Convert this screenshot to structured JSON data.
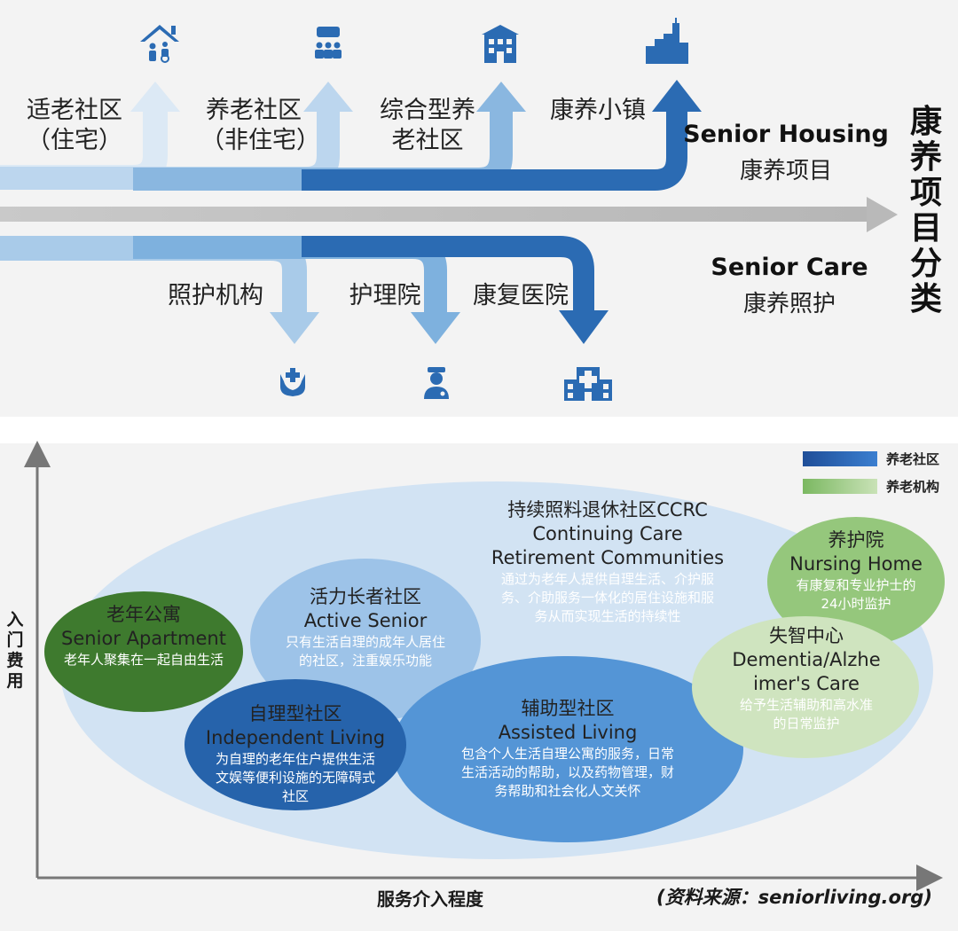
{
  "top_section": {
    "housing_items": [
      {
        "line1": "适老社区",
        "line2": "（住宅）",
        "icon": "home-care-icon"
      },
      {
        "line1": "养老社区",
        "line2": "（非住宅）",
        "icon": "community-group-icon"
      },
      {
        "line1": "综合型养",
        "line2": "老社区",
        "icon": "apartment-building-icon"
      },
      {
        "line1": "康养小镇",
        "line2": "",
        "icon": "town-skyline-icon"
      }
    ],
    "care_items": [
      {
        "label": "照护机构",
        "icon": "caring-hands-icon"
      },
      {
        "label": "护理院",
        "icon": "nurse-doctor-icon"
      },
      {
        "label": "康复医院",
        "icon": "hospital-icon"
      }
    ],
    "senior_housing": {
      "en": "Senior Housing",
      "cn": "康养项目"
    },
    "senior_care": {
      "en": "Senior Care",
      "cn": "康养照护"
    },
    "vertical_title": "康养项目分类"
  },
  "bottom_section": {
    "legend": [
      {
        "label": "养老社区",
        "color": "#2e5fa8"
      },
      {
        "label": "养老机构",
        "color": "#7bb861"
      }
    ],
    "ccrc": {
      "cn": "持续照料退休社区CCRC",
      "en1": "Continuing Care",
      "en2": "Retirement Communities",
      "desc1": "通过为老年人提供自理生活、介护服",
      "desc2": "务、介助服务一体化的居住设施和服",
      "desc3": "务从而实现生活的持续性"
    },
    "senior_apartment": {
      "cn": "老年公寓",
      "en": "Senior Apartment",
      "desc": "老年人聚集在一起自由生活"
    },
    "active_senior": {
      "cn": "活力长者社区",
      "en": "Active Senior",
      "desc1": "只有生活自理的成年人居住",
      "desc2": "的社区，注重娱乐功能"
    },
    "independent_living": {
      "cn": "自理型社区",
      "en": "Independent Living",
      "desc1": "为自理的老年住户提供生活",
      "desc2": "文娱等便利设施的无障碍式",
      "desc3": "社区"
    },
    "assisted_living": {
      "cn": "辅助型社区",
      "en": "Assisted Living",
      "desc1": "包含个人生活自理公寓的服务，日常",
      "desc2": "生活活动的帮助，以及药物管理，财",
      "desc3": "务帮助和社会化人文关怀"
    },
    "nursing_home": {
      "cn": "养护院",
      "en": "Nursing Home",
      "desc1": "有康复和专业护士的",
      "desc2": "24小时监护"
    },
    "dementia": {
      "cn": "失智中心",
      "en1": "Dementia/Alzhe",
      "en2": "imer's Care",
      "desc1": "给予生活辅助和高水准",
      "desc2": "的日常监护"
    },
    "y_axis": "入门费用",
    "x_axis": "服务介入程度",
    "source": "(资料来源：seniorliving.org)"
  }
}
